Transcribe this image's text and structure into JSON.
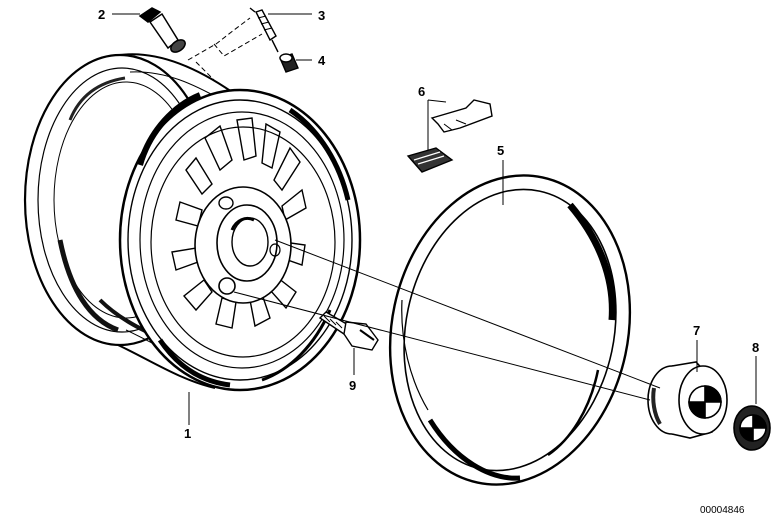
{
  "callouts": {
    "c1": "1",
    "c2": "2",
    "c3": "3",
    "c4": "4",
    "c5": "5",
    "c6": "6",
    "c7": "7",
    "c8": "8",
    "c9": "9"
  },
  "reference_number": "00004846",
  "colors": {
    "ink": "#000000",
    "paper": "#ffffff"
  }
}
